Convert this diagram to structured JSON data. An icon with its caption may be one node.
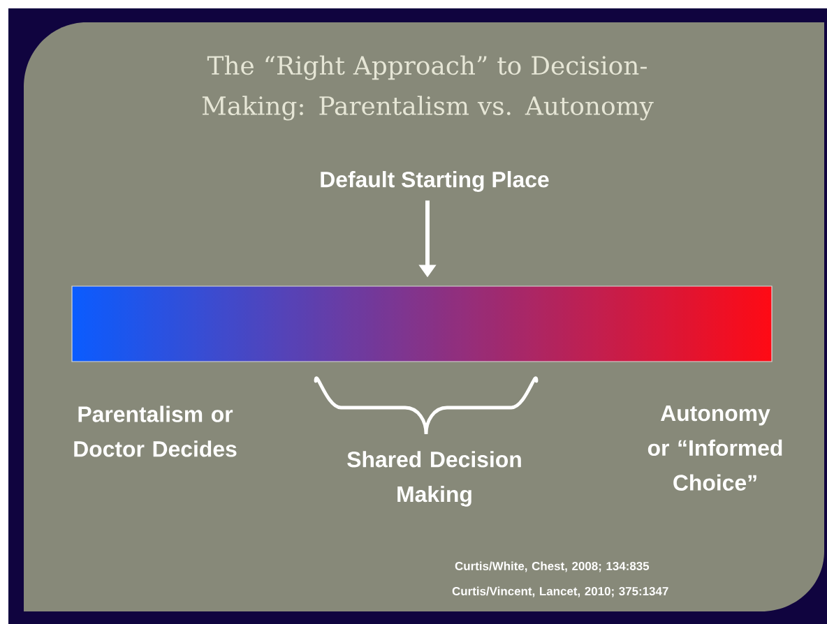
{
  "diagram": {
    "title": "The “Right Approach” to Decision-Making: Parentalism vs. Autonomy",
    "nodes": [
      {
        "text": [
          "Default Starting Place"
        ]
      },
      {
        "text": [],
        "shape": "bar"
      }
    ],
    "edges": [
      {
        "from": 0,
        "to": 1,
        "arrow": "to"
      }
    ],
    "labels": [
      "Parentalism or Doctor Decides",
      "Shared Decision Making",
      "Autonomy or “Informed Choice”",
      "Curtis/White, Chest, 2008; 134:835",
      "Curtis/Vincent, Lancet, 2010; 375:1347"
    ]
  }
}
